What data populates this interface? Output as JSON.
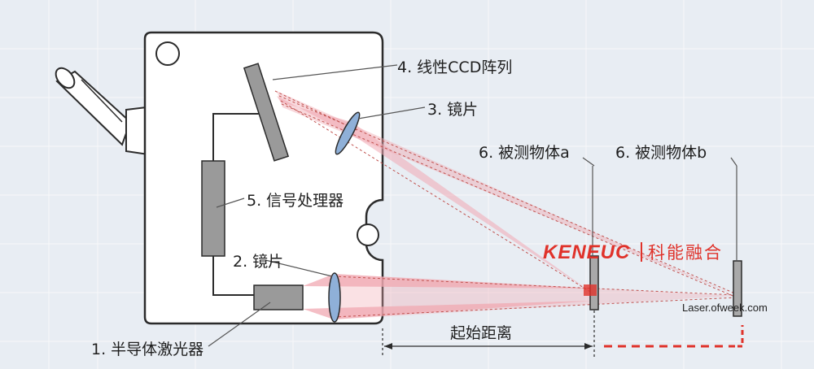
{
  "labels": {
    "ccd": "4. 线性CCD阵列",
    "lens3": "3. 镜片",
    "object_a": "6. 被测物体a",
    "object_b": "6. 被测物体b",
    "processor": "5. 信号处理器",
    "lens2": "2. 镜片",
    "laser": "1. 半导体激光器",
    "start_distance": "起始距离"
  },
  "logo": {
    "brand_en": "KENEUC",
    "brand_cn": "科能融合"
  },
  "watermark": "Laser.ofweek.com",
  "colors": {
    "background": "#e8edf3",
    "housing_stroke": "#2b2b2b",
    "component_fill": "#9a9a9a",
    "beam_fill": "#f0a8b2",
    "beam_dashes": "#c0504d",
    "red_marker": "#e0322a",
    "lens_fill": "#8fb0d8"
  }
}
